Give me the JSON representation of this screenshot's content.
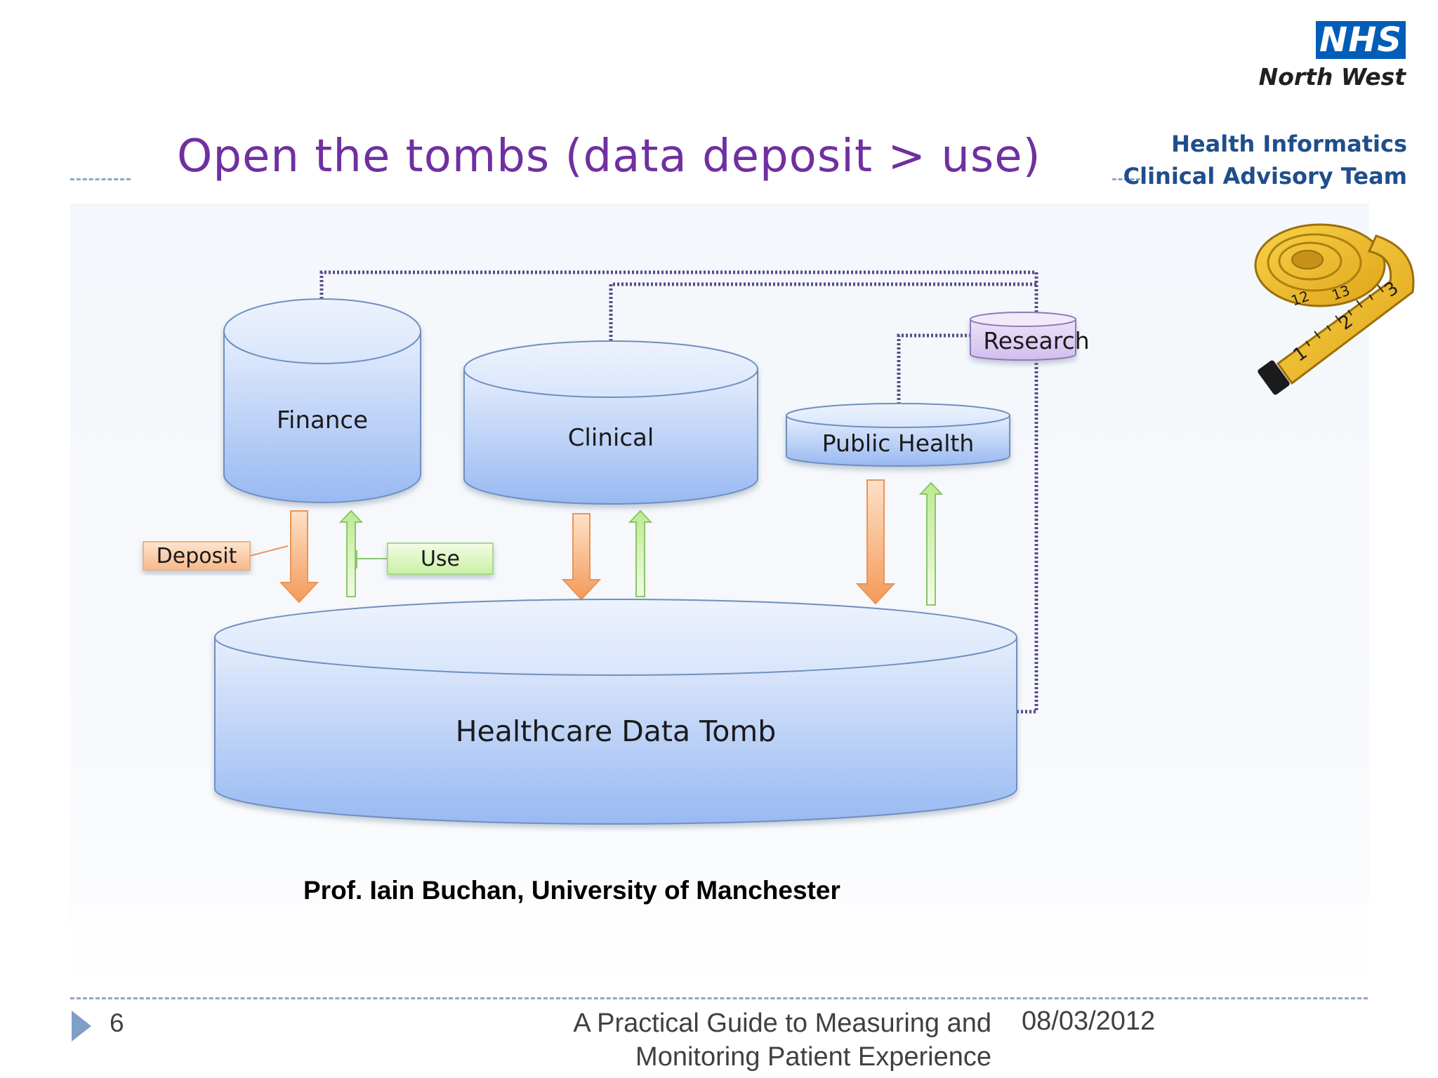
{
  "slide": {
    "title": "Open the tombs (data deposit > use)",
    "page_number": "6",
    "credit": "Prof. Iain Buchan, University of Manchester",
    "footer_title_line1": "A Practical Guide to Measuring and",
    "footer_title_line2": "Monitoring Patient Experience",
    "date": "08/03/2012"
  },
  "branding": {
    "nhs": "NHS",
    "region": "North West",
    "team_line1": "Health Informatics",
    "team_line2": "Clinical Advisory Team",
    "tape_numbers": [
      "1",
      "2",
      "3",
      "12",
      "13"
    ]
  },
  "diagram": {
    "databases": {
      "finance": "Finance",
      "clinical": "Clinical",
      "public_health": "Public Health",
      "research": "Research",
      "tomb": "Healthcare Data Tomb"
    },
    "labels": {
      "deposit": "Deposit",
      "use": "Use"
    }
  },
  "colors": {
    "title": "#7030a0",
    "cylinder_top": "#dfe9fb",
    "cylinder_bottom": "#9dbdf4",
    "research": "#e3d6f3",
    "deposit_arrow": "#f6a86e",
    "use_arrow": "#c8ef9e",
    "link_dots": "#5b4a8a",
    "nhs_blue": "#005eb8"
  },
  "icons": [
    "play-triangle-icon",
    "measuring-tape-image"
  ]
}
